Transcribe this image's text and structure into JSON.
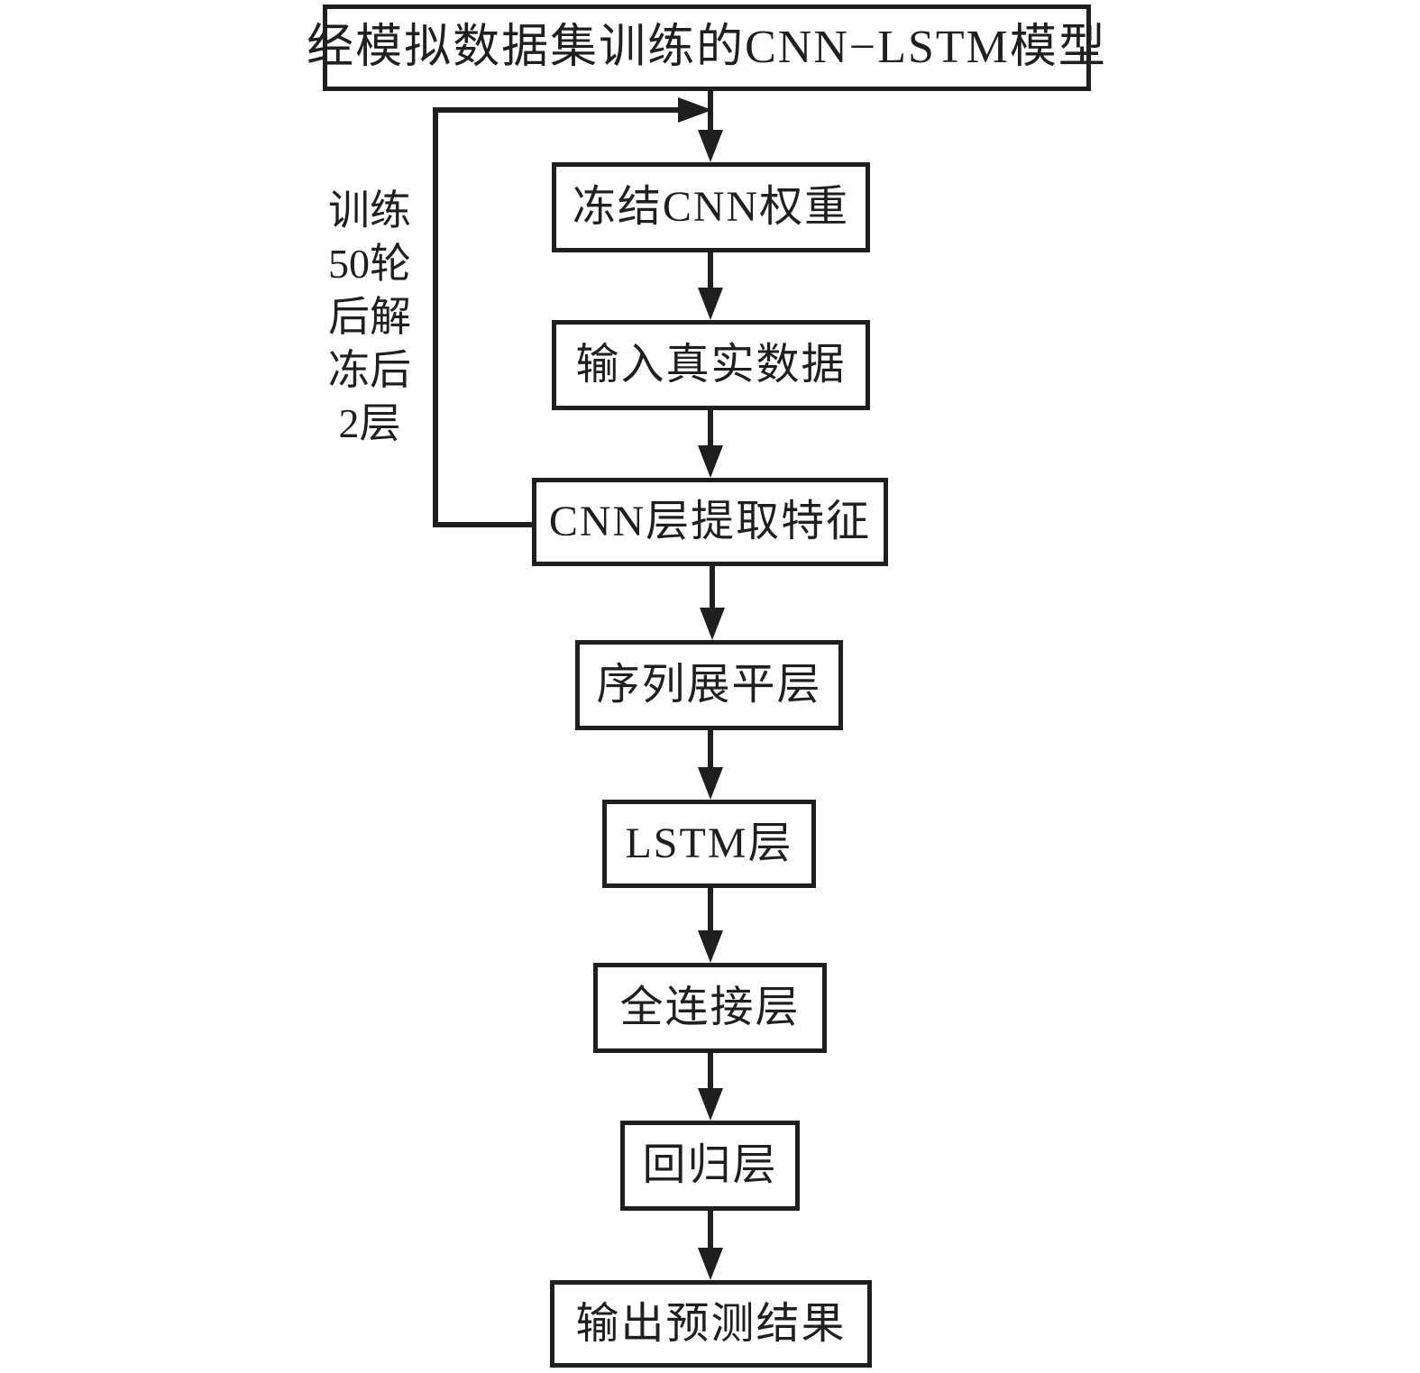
{
  "flowchart": {
    "nodes": {
      "pretrained_model": "经模拟数据集训练的CNN−LSTM模型",
      "freeze_cnn": "冻结CNN权重",
      "input_real_data": "输入真实数据",
      "cnn_feature_extraction": "CNN层提取特征",
      "sequence_flatten": "序列展平层",
      "lstm_layer": "LSTM层",
      "fully_connected": "全连接层",
      "regression": "回归层",
      "output_prediction": "输出预测结果"
    },
    "loop_annotation": "训练\n50轮\n后解\n冻后\n2层",
    "colors": {
      "line": "#1f1f1f",
      "box_fill": "#ffffff",
      "background": "#ffffff"
    }
  }
}
